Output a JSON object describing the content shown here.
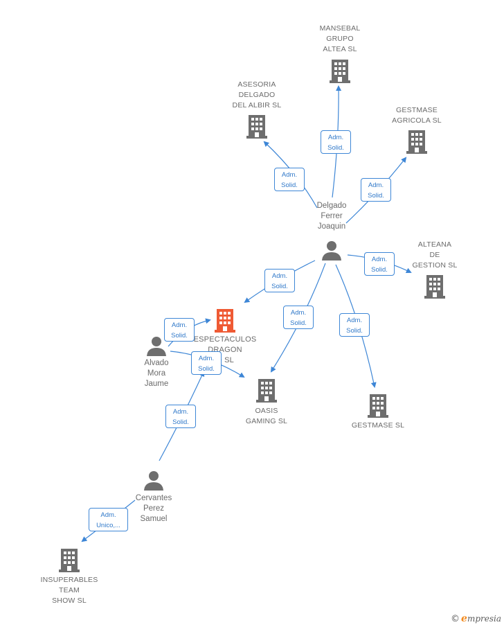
{
  "colors": {
    "edge": "#3d86d6",
    "node_icon": "#6e6e6e",
    "highlight_icon": "#ef5a34",
    "label_text": "#6a6a6a"
  },
  "nodes": {
    "mansebal": {
      "label": "MANSEBAL\nGRUPO\nALTEA SL",
      "icon": "building-icon"
    },
    "asesoria": {
      "label": "ASESORIA\nDELGADO\nDEL ALBIR SL",
      "icon": "building-icon"
    },
    "gestmase_agricola": {
      "label": "GESTMASE\nAGRICOLA  SL",
      "icon": "building-icon"
    },
    "delgado": {
      "label": "Delgado\nFerrer\nJoaquin",
      "icon": "person-icon"
    },
    "alteana": {
      "label": "ALTEANA\nDE\nGESTION SL",
      "icon": "building-icon"
    },
    "espectaculos": {
      "label": "ESPECTACULOS\nDRAGON\nO  SL",
      "icon": "building-icon-highlight"
    },
    "alvado": {
      "label": "Alvado\nMora\nJaume",
      "icon": "person-icon"
    },
    "oasis": {
      "label": "OASIS\nGAMING  SL",
      "icon": "building-icon"
    },
    "gestmase": {
      "label": "GESTMASE  SL",
      "icon": "building-icon"
    },
    "cervantes": {
      "label": "Cervantes\nPerez\nSamuel",
      "icon": "person-icon"
    },
    "insuperables": {
      "label": "INSUPERABLES\nTEAM\nSHOW  SL",
      "icon": "building-icon"
    }
  },
  "edges": {
    "e1": "Adm.\nSolid.",
    "e2": "Adm.\nSolid.",
    "e3": "Adm.\nSolid.",
    "e4": "Adm.\nSolid.",
    "e5": "Adm.\nSolid.",
    "e6": "Adm.\nSolid.",
    "e7": "Adm.\nSolid.",
    "e8": "Adm.\nSolid.",
    "e9": "Adm.\nSolid.",
    "e10": "Adm.\nSolid.",
    "e11": "Adm.\nUnico,..."
  },
  "footer": {
    "copyright": "©",
    "brand_initial": "e",
    "brand_rest": "mpresia"
  }
}
